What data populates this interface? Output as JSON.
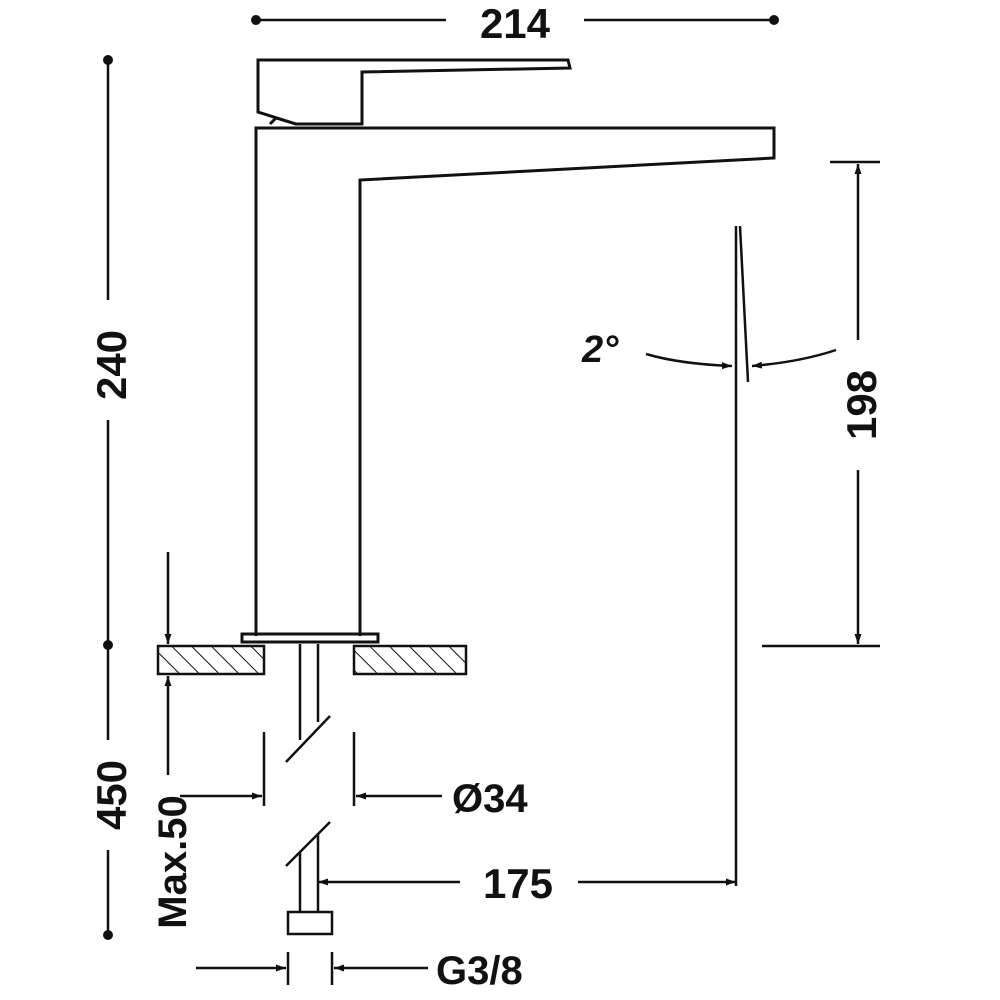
{
  "drawing": {
    "dimensions": {
      "width_total": "214",
      "height_total": "240",
      "pipe_length": "450",
      "max_thickness": "Max.50",
      "spout_height": "198",
      "spout_reach": "175",
      "hole_diameter": "Ø34",
      "connection_thread": "G3/8",
      "spout_angle": "2°"
    },
    "colors": {
      "ink": "#111111",
      "background": "#ffffff"
    }
  }
}
